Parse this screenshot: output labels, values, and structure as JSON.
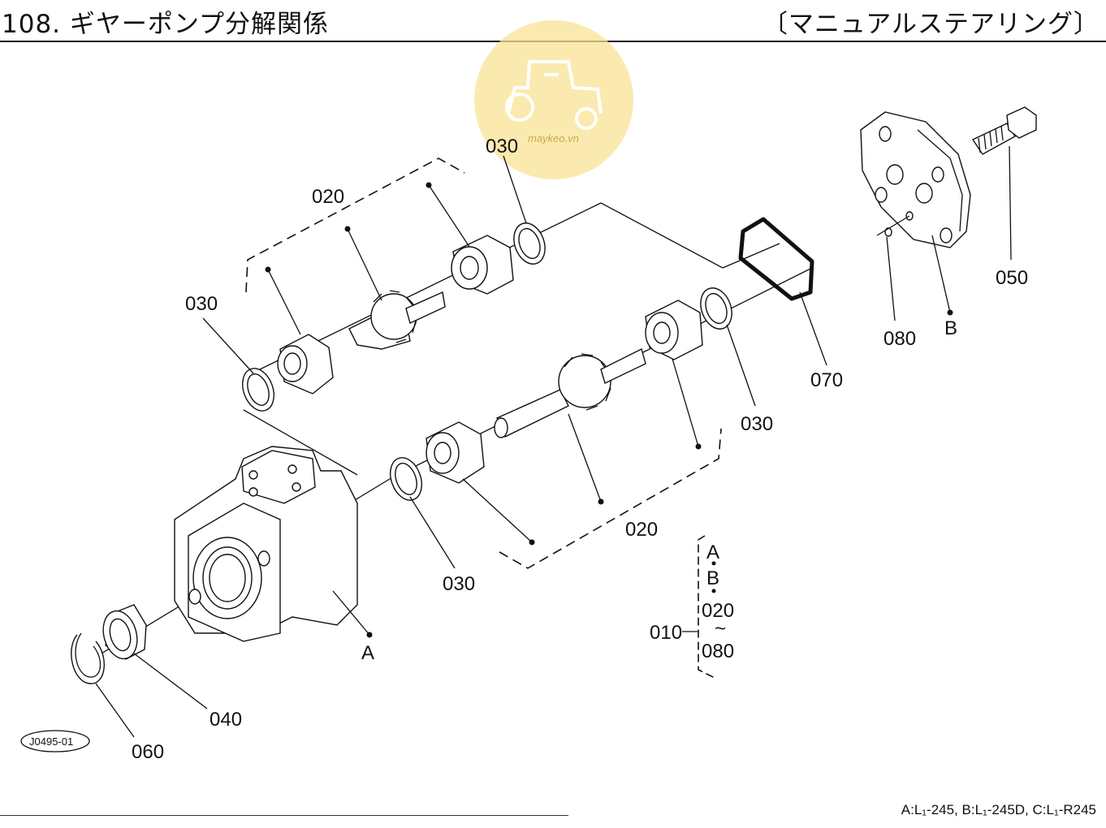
{
  "header": {
    "title": "108. ギヤーポンプ分解関係",
    "subtitle": "〔マニュアルステアリング〕"
  },
  "watermark": {
    "text": "maykeo.vn",
    "icon": "tractor-logo-icon",
    "color": "#f7df8a"
  },
  "labels": {
    "p030_top": "030",
    "p020_upper": "020",
    "p030_left": "030",
    "p050": "050",
    "p080": "080",
    "pB": "B",
    "p070": "070",
    "p030_right": "030",
    "p020_lower": "020",
    "p030_bottom": "030",
    "pA": "A",
    "p040": "040",
    "p060": "060",
    "drawing_no": "J0495-01"
  },
  "assembly": {
    "line1": "A",
    "line2": "B",
    "line3": "020",
    "tilde": "~",
    "line4": "080",
    "ref": "010"
  },
  "footer": {
    "note": "A:L₁-245, B:L₁-245D, C:L₁-R245"
  }
}
